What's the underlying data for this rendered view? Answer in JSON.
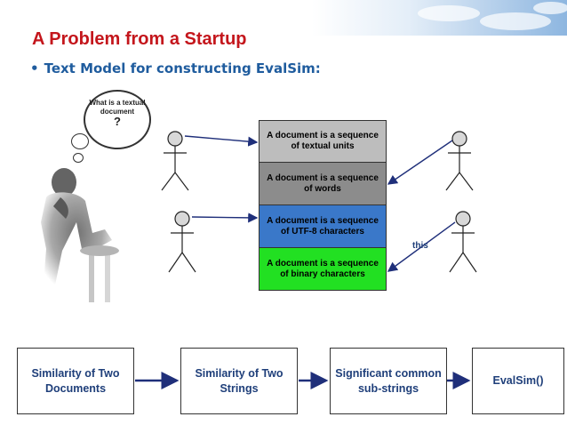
{
  "slide": {
    "title": "A Problem from a Startup",
    "bullet": "Text Model for constructing EvalSim:"
  },
  "thought_bubble": {
    "text": "What is a textual document",
    "mark": "?"
  },
  "document_layers": [
    {
      "label": "A document is a sequence of textual units",
      "color": "#bdbdbd"
    },
    {
      "label": "A document is a sequence of words",
      "color": "#8c8c8c"
    },
    {
      "label": "A document is a sequence of UTF-8 characters",
      "color": "#3a78c9"
    },
    {
      "label": "A document is a sequence of binary characters",
      "color": "#22e022"
    }
  ],
  "pointer_label": "this",
  "flow": [
    {
      "label": "Similarity of Two Documents"
    },
    {
      "label": "Similarity of Two Strings"
    },
    {
      "label": "Significant common sub-strings"
    },
    {
      "label": "EvalSim()"
    }
  ],
  "colors": {
    "title": "#c4161c",
    "bullet": "#1f5c9e",
    "arrow": "#1f2f7a",
    "flow_text": "#1f3f7a"
  }
}
